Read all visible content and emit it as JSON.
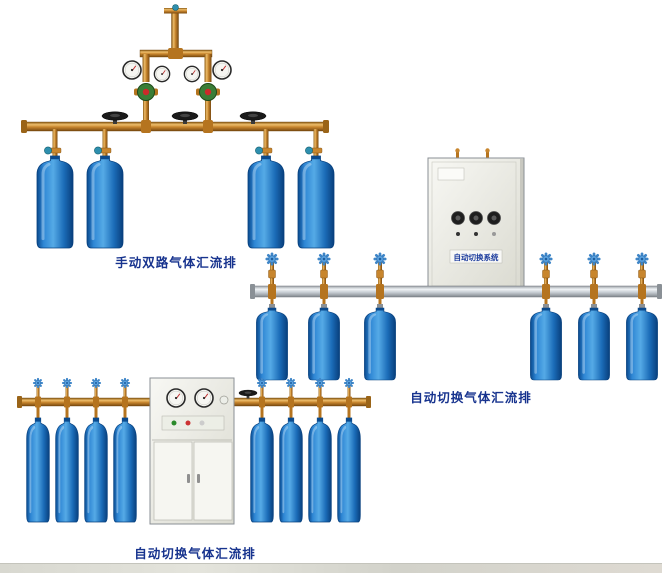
{
  "page": {
    "background": "#ffffff",
    "bottom_strip_color": "#dcdcd3"
  },
  "figures": {
    "manual_dual": {
      "caption": "手动双路气体汇流排",
      "cylinder_count": 4
    },
    "auto_switch_cabinet": {
      "caption": "自动切换气体汇流排",
      "cabinet_label": "自动切换系统",
      "cylinder_count": 6
    },
    "auto_switch_floor": {
      "caption": "自动切换气体汇流排",
      "cylinder_count": 8
    }
  },
  "colors": {
    "caption_text": "#17338e",
    "cylinder_blue": "#2e86d4",
    "brass_pipe": "#c8862e",
    "silver_pipe": "#c9ced4",
    "cabinet_body": "#f2f2ec",
    "valve_handle_blue": "#4a96d8",
    "valve_handle_teal": "#2e8fae",
    "regulator_green": "#3a7d36"
  },
  "icons": {
    "pressure-gauge-icon": "white circle, dark rim, red needle",
    "handwheel-valve-icon": "black flat ellipse handwheel on stem",
    "blue-valve-handle-icon": "blue 4-spoke flower handwheel",
    "teal-valve-handle-icon": "small teal knob",
    "gas-cylinder": "blue bottle with shoulder and neck",
    "control-cabinet": "light grey metal box"
  }
}
